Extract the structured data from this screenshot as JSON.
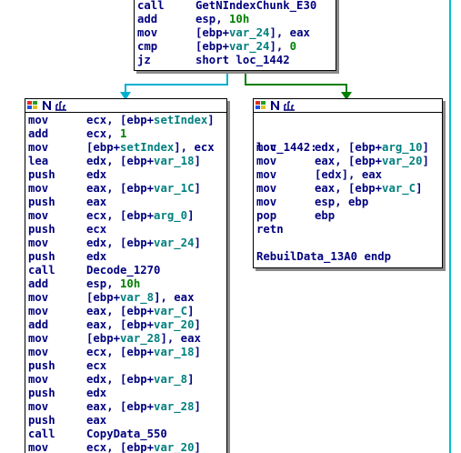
{
  "colors": {
    "mnemonic": "#00007f",
    "symbol": "#007f7f",
    "number": "#007f00",
    "edge_taken": "#00b0d0",
    "edge_fallthrough": "#007f00",
    "border": "#000000",
    "shadow": "#8a8a8a"
  },
  "icons": [
    "graph-node-color-icon",
    "graph-node-name-icon",
    "graph-overview-icon"
  ],
  "nodes": {
    "top": {
      "lines": [
        {
          "mn": "call",
          "op": [
            {
              "t": "",
              "v": "GetNIndexChunk_E30"
            }
          ]
        },
        {
          "mn": "add",
          "op": [
            {
              "t": "",
              "v": "esp, "
            },
            {
              "t": "num",
              "v": "10h"
            }
          ]
        },
        {
          "mn": "mov",
          "op": [
            {
              "t": "",
              "v": "[ebp+"
            },
            {
              "t": "sym",
              "v": "var_24"
            },
            {
              "t": "",
              "v": "], eax"
            }
          ]
        },
        {
          "mn": "cmp",
          "op": [
            {
              "t": "",
              "v": "[ebp+"
            },
            {
              "t": "sym",
              "v": "var_24"
            },
            {
              "t": "",
              "v": "], "
            },
            {
              "t": "num",
              "v": "0"
            }
          ]
        },
        {
          "mn": "jz",
          "op": [
            {
              "t": "",
              "v": "short loc_1442"
            }
          ]
        }
      ]
    },
    "left": {
      "lines": [
        {
          "mn": "mov",
          "op": [
            {
              "t": "",
              "v": "ecx, [ebp+"
            },
            {
              "t": "sym",
              "v": "setIndex"
            },
            {
              "t": "",
              "v": "]"
            }
          ]
        },
        {
          "mn": "add",
          "op": [
            {
              "t": "",
              "v": "ecx, "
            },
            {
              "t": "num",
              "v": "1"
            }
          ]
        },
        {
          "mn": "mov",
          "op": [
            {
              "t": "",
              "v": "[ebp+"
            },
            {
              "t": "sym",
              "v": "setIndex"
            },
            {
              "t": "",
              "v": "], ecx"
            }
          ]
        },
        {
          "mn": "lea",
          "op": [
            {
              "t": "",
              "v": "edx, [ebp+"
            },
            {
              "t": "sym",
              "v": "var_18"
            },
            {
              "t": "",
              "v": "]"
            }
          ]
        },
        {
          "mn": "push",
          "op": [
            {
              "t": "",
              "v": "edx"
            }
          ]
        },
        {
          "mn": "mov",
          "op": [
            {
              "t": "",
              "v": "eax, [ebp+"
            },
            {
              "t": "sym",
              "v": "var_1C"
            },
            {
              "t": "",
              "v": "]"
            }
          ]
        },
        {
          "mn": "push",
          "op": [
            {
              "t": "",
              "v": "eax"
            }
          ]
        },
        {
          "mn": "mov",
          "op": [
            {
              "t": "",
              "v": "ecx, [ebp+"
            },
            {
              "t": "sym",
              "v": "arg_0"
            },
            {
              "t": "",
              "v": "]"
            }
          ]
        },
        {
          "mn": "push",
          "op": [
            {
              "t": "",
              "v": "ecx"
            }
          ]
        },
        {
          "mn": "mov",
          "op": [
            {
              "t": "",
              "v": "edx, [ebp+"
            },
            {
              "t": "sym",
              "v": "var_24"
            },
            {
              "t": "",
              "v": "]"
            }
          ]
        },
        {
          "mn": "push",
          "op": [
            {
              "t": "",
              "v": "edx"
            }
          ]
        },
        {
          "mn": "call",
          "op": [
            {
              "t": "",
              "v": "Decode_1270"
            }
          ]
        },
        {
          "mn": "add",
          "op": [
            {
              "t": "",
              "v": "esp, "
            },
            {
              "t": "num",
              "v": "10h"
            }
          ]
        },
        {
          "mn": "mov",
          "op": [
            {
              "t": "",
              "v": "[ebp+"
            },
            {
              "t": "sym",
              "v": "var_8"
            },
            {
              "t": "",
              "v": "], eax"
            }
          ]
        },
        {
          "mn": "mov",
          "op": [
            {
              "t": "",
              "v": "eax, [ebp+"
            },
            {
              "t": "sym",
              "v": "var_C"
            },
            {
              "t": "",
              "v": "]"
            }
          ]
        },
        {
          "mn": "add",
          "op": [
            {
              "t": "",
              "v": "eax, [ebp+"
            },
            {
              "t": "sym",
              "v": "var_20"
            },
            {
              "t": "",
              "v": "]"
            }
          ]
        },
        {
          "mn": "mov",
          "op": [
            {
              "t": "",
              "v": "[ebp+"
            },
            {
              "t": "sym",
              "v": "var_28"
            },
            {
              "t": "",
              "v": "], eax"
            }
          ]
        },
        {
          "mn": "mov",
          "op": [
            {
              "t": "",
              "v": "ecx, [ebp+"
            },
            {
              "t": "sym",
              "v": "var_18"
            },
            {
              "t": "",
              "v": "]"
            }
          ]
        },
        {
          "mn": "push",
          "op": [
            {
              "t": "",
              "v": "ecx"
            }
          ]
        },
        {
          "mn": "mov",
          "op": [
            {
              "t": "",
              "v": "edx, [ebp+"
            },
            {
              "t": "sym",
              "v": "var_8"
            },
            {
              "t": "",
              "v": "]"
            }
          ]
        },
        {
          "mn": "push",
          "op": [
            {
              "t": "",
              "v": "edx"
            }
          ]
        },
        {
          "mn": "mov",
          "op": [
            {
              "t": "",
              "v": "eax, [ebp+"
            },
            {
              "t": "sym",
              "v": "var_28"
            },
            {
              "t": "",
              "v": "]"
            }
          ]
        },
        {
          "mn": "push",
          "op": [
            {
              "t": "",
              "v": "eax"
            }
          ]
        },
        {
          "mn": "call",
          "op": [
            {
              "t": "",
              "v": "CopyData_550"
            }
          ]
        },
        {
          "mn": "mov",
          "op": [
            {
              "t": "",
              "v": "ecx, [ebp+"
            },
            {
              "t": "sym",
              "v": "var_20"
            },
            {
              "t": "",
              "v": "]"
            }
          ]
        }
      ]
    },
    "right": {
      "label": "loc_1442:",
      "end_line": "RebuilData_13A0 endp",
      "lines": [
        {
          "mn": "mov",
          "op": [
            {
              "t": "",
              "v": "edx, [ebp+"
            },
            {
              "t": "sym",
              "v": "arg_10"
            },
            {
              "t": "",
              "v": "]"
            }
          ]
        },
        {
          "mn": "mov",
          "op": [
            {
              "t": "",
              "v": "eax, [ebp+"
            },
            {
              "t": "sym",
              "v": "var_20"
            },
            {
              "t": "",
              "v": "]"
            }
          ]
        },
        {
          "mn": "mov",
          "op": [
            {
              "t": "",
              "v": "[edx], eax"
            }
          ]
        },
        {
          "mn": "mov",
          "op": [
            {
              "t": "",
              "v": "eax, [ebp+"
            },
            {
              "t": "sym",
              "v": "var_C"
            },
            {
              "t": "",
              "v": "]"
            }
          ]
        },
        {
          "mn": "mov",
          "op": [
            {
              "t": "",
              "v": "esp, ebp"
            }
          ]
        },
        {
          "mn": "pop",
          "op": [
            {
              "t": "",
              "v": "ebp"
            }
          ]
        },
        {
          "mn": "retn",
          "op": []
        }
      ]
    }
  }
}
